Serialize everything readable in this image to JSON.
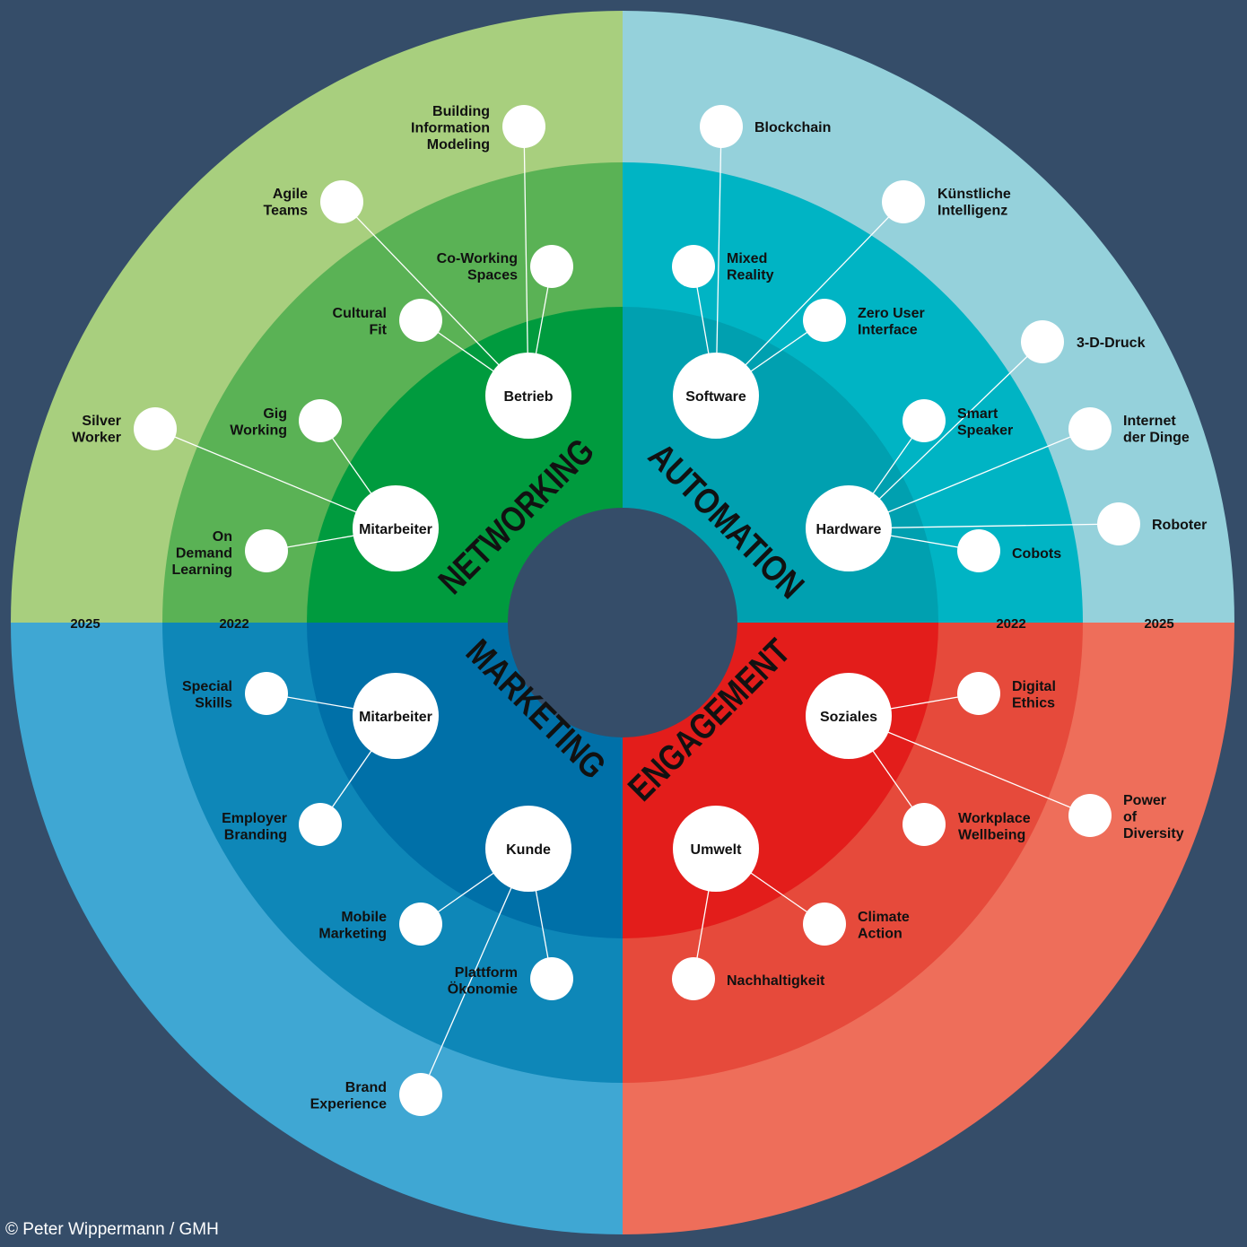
{
  "colors": {
    "background": "#354d69",
    "quadrants": {
      "networking": [
        "#a8cf7e",
        "#5ab255",
        "#009b3e"
      ],
      "automation": [
        "#95d1db",
        "#00b4c4",
        "#00a0b0"
      ],
      "marketing": [
        "#3fa7d3",
        "#0e87b8",
        "#0070a8"
      ],
      "engagement": [
        "#ee6e5a",
        "#e64a3b",
        "#e31d1b"
      ]
    }
  },
  "categories": {
    "networking": "NETWORKING",
    "automation": "AUTOMATION",
    "marketing": "MARKETING",
    "engagement": "ENGAGEMENT"
  },
  "years": [
    "2025",
    "2022",
    "2022",
    "2025"
  ],
  "hubs": [
    {
      "label": "Betrieb",
      "leaves": [
        [
          "Building",
          "Information",
          "Modeling"
        ],
        [
          "Co-Working",
          "Spaces"
        ],
        [
          "Cultural",
          "Fit"
        ],
        [
          "Agile",
          "Teams"
        ]
      ]
    },
    {
      "label": "Mitarbeiter",
      "leaves": [
        [
          "Gig",
          "Working"
        ],
        [
          "Silver",
          "Worker"
        ],
        [
          "On",
          "Demand",
          "Learning"
        ]
      ]
    },
    {
      "label": "Software",
      "leaves": [
        [
          "Blockchain"
        ],
        [
          "Mixed",
          "Reality"
        ],
        [
          "Künstliche",
          "Intelligenz"
        ],
        [
          "Zero User",
          "Interface"
        ]
      ]
    },
    {
      "label": "Hardware",
      "leaves": [
        [
          "Smart",
          "Speaker"
        ],
        [
          "3-D-Druck"
        ],
        [
          "Internet",
          "der Dinge"
        ],
        [
          "Roboter"
        ],
        [
          "Cobots"
        ]
      ]
    },
    {
      "label": "Mitarbeiter",
      "leaves": [
        [
          "Special",
          "Skills"
        ],
        [
          "Employer",
          "Branding"
        ]
      ]
    },
    {
      "label": "Kunde",
      "leaves": [
        [
          "Mobile",
          "Marketing"
        ],
        [
          "Plattform",
          "Ökonomie"
        ],
        [
          "Brand",
          "Experience"
        ]
      ]
    },
    {
      "label": "Soziales",
      "leaves": [
        [
          "Digital",
          "Ethics"
        ],
        [
          "Workplace",
          "Wellbeing"
        ],
        [
          "Power",
          "of",
          "Diversity"
        ]
      ]
    },
    {
      "label": "Umwelt",
      "leaves": [
        [
          "Climate",
          "Action"
        ],
        [
          "Nachhaltigkeit"
        ]
      ]
    }
  ],
  "copyright": "© Peter Wippermann / GMH"
}
